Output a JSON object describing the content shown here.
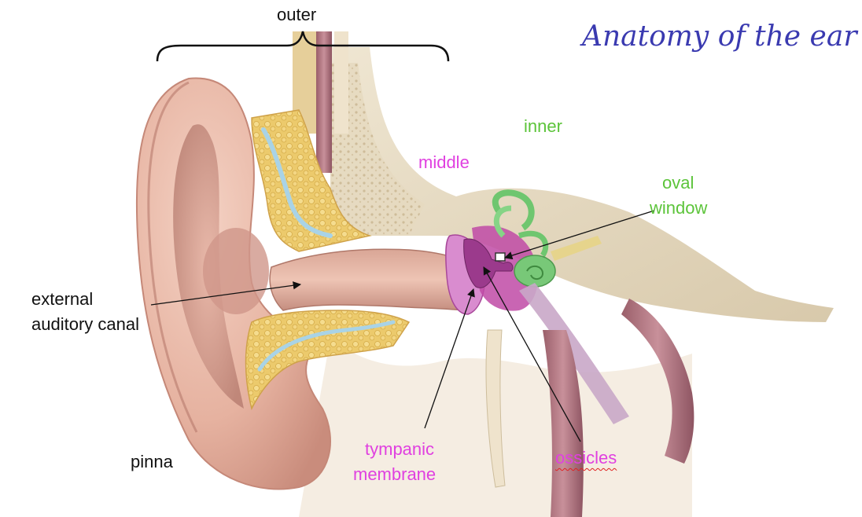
{
  "title": "Anatomy of the ear",
  "colors": {
    "title": "#3a3ab0",
    "outer_label": "#111111",
    "middle_label": "#e040e0",
    "inner_label": "#5cc43a",
    "skin": "#e8b9a8",
    "fat": "#e9c96a",
    "bone": "#e8dcc4",
    "cartilage_blue": "#a9d3e6",
    "ossicles": "#b84aa4",
    "cochlea": "#78c878"
  },
  "labels": {
    "outer": "outer",
    "middle": "middle",
    "inner": "inner",
    "oval_window_line1": "oval",
    "oval_window_line2": "window",
    "canal_line1": "external",
    "canal_line2": "auditory canal",
    "pinna": "pinna",
    "tympanic_line1": "tympanic",
    "tympanic_line2": "membrane",
    "ossicles": "ossicles"
  }
}
